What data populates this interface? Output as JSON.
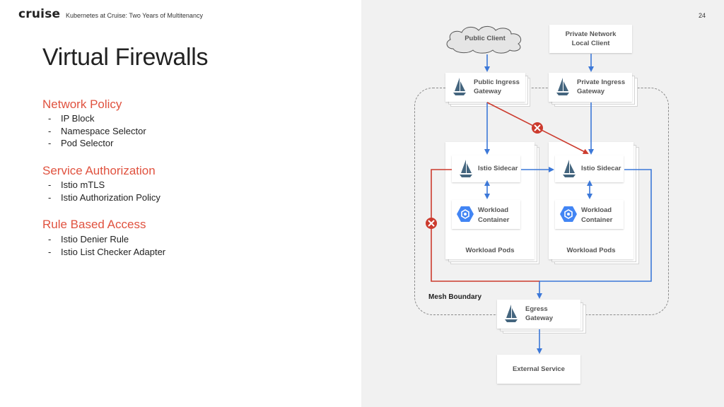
{
  "header": {
    "logo": "cruise",
    "deck_title": "Kubernetes at Cruise: Two Years of Multitenancy",
    "page_number": "24"
  },
  "slide_title": "Virtual Firewalls",
  "sections": [
    {
      "heading": "Network Policy",
      "items": [
        "IP Block",
        "Namespace Selector",
        "Pod Selector"
      ]
    },
    {
      "heading": "Service Authorization",
      "items": [
        "Istio mTLS",
        "Istio Authorization Policy"
      ]
    },
    {
      "heading": "Rule Based Access",
      "items": [
        "Istio Denier Rule",
        "Istio List Checker Adapter"
      ]
    }
  ],
  "diagram": {
    "public_client": "Public Client",
    "private_client": [
      "Private Network",
      "Local Client"
    ],
    "public_ingress": [
      "Public Ingress",
      "Gateway"
    ],
    "private_ingress": [
      "Private Ingress",
      "Gateway"
    ],
    "sidecar_left": "Istio Sidecar",
    "sidecar_right": "Istio Sidecar",
    "workload_left": [
      "Workload",
      "Container"
    ],
    "workload_right": [
      "Workload",
      "Container"
    ],
    "pods_left": "Workload Pods",
    "pods_right": "Workload Pods",
    "mesh_boundary": "Mesh Boundary",
    "egress": [
      "Egress",
      "Gateway"
    ],
    "external_service": "External Service",
    "colors": {
      "allowed": "#3c78d8",
      "denied": "#cc3b2e",
      "accent": "#e0523f"
    }
  }
}
